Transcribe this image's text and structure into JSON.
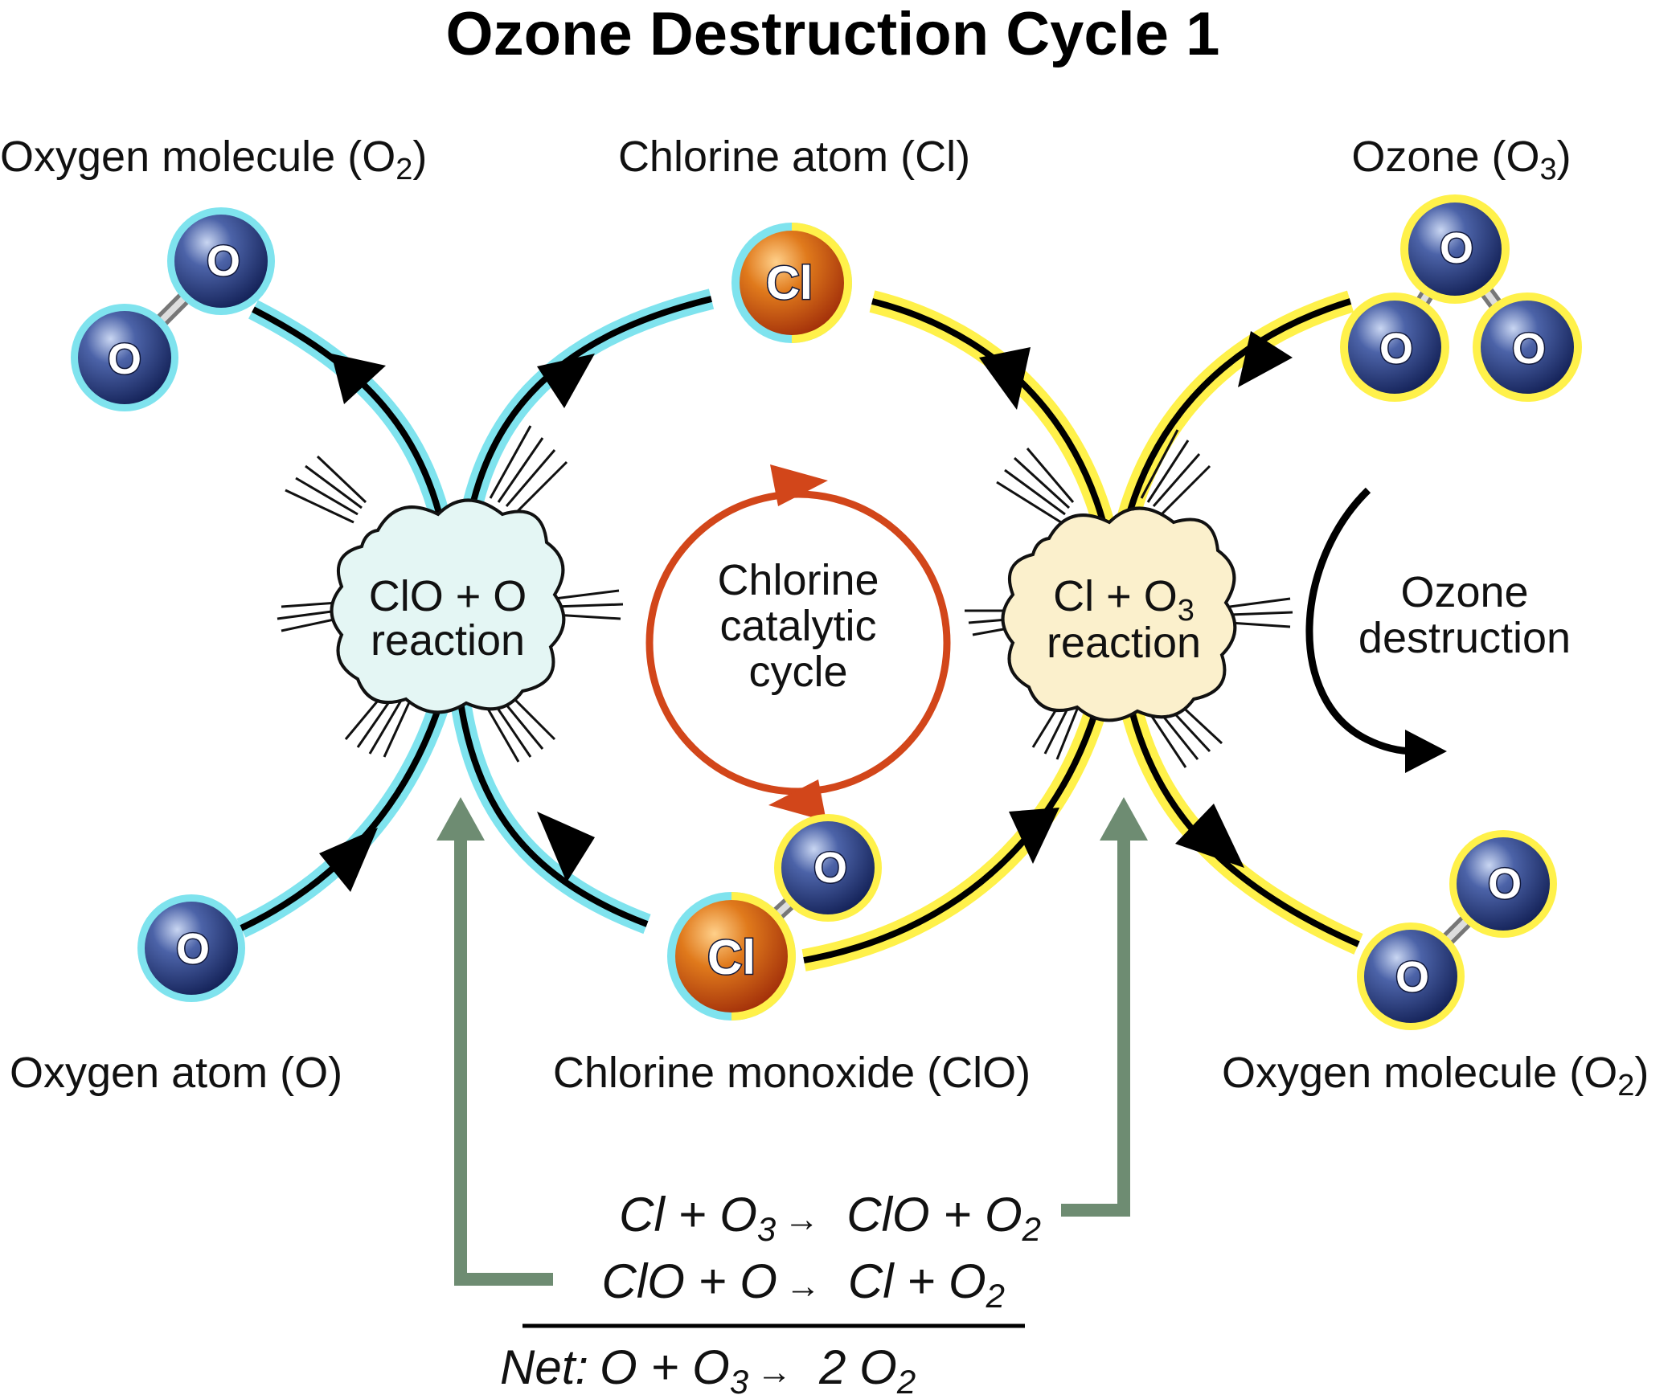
{
  "title": "Ozone Destruction Cycle 1",
  "labels": {
    "oxygen_molecule_top": {
      "text": "Oxygen molecule (O",
      "sub": "2",
      "close": ")"
    },
    "chlorine_atom": "Chlorine atom (Cl)",
    "ozone": {
      "text": "Ozone (O",
      "sub": "3",
      "close": ")"
    },
    "oxygen_atom": "Oxygen atom  (O)",
    "chlorine_monoxide": "Chlorine monoxide (ClO)",
    "oxygen_molecule_bottom": {
      "text": "Oxygen molecule (O",
      "sub": "2",
      "close": ")"
    }
  },
  "reactions": {
    "left": {
      "line1": "ClO + O",
      "line2": "reaction"
    },
    "right": {
      "line1a": "Cl + O",
      "line1sub": "3",
      "line2": "reaction"
    }
  },
  "center": {
    "line1": "Chlorine",
    "line2": "catalytic",
    "line3": "cycle"
  },
  "side": {
    "line1": "Ozone",
    "line2": "destruction"
  },
  "atoms": {
    "oxygen": "O",
    "chlorine": "Cl"
  },
  "equations": {
    "eq1": {
      "lhs": "Cl + O",
      "lhs_sub": "3",
      "arrow": "→",
      "rhs": "ClO + O",
      "rhs_sub": "2"
    },
    "eq2": {
      "lhs": "ClO + O",
      "arrow": "→",
      "rhs": "Cl + O",
      "rhs_sub": "2"
    },
    "net": {
      "prefix": "Net:",
      "lhs": "O + O",
      "lhs_sub": "3",
      "arrow": "→",
      "rhs": "2 O",
      "rhs_sub": "2"
    }
  },
  "colors": {
    "cyan_glow": "#7fe3ee",
    "yellow_glow": "#fff14a",
    "cycle_orange": "#d2461a",
    "equation_arrow": "#6e8c72",
    "left_cloud": "#e4f6f4",
    "right_cloud": "#fbf0cc",
    "oxygen_atom": "#1f3272",
    "chlorine_atom": "#c84a0c"
  }
}
